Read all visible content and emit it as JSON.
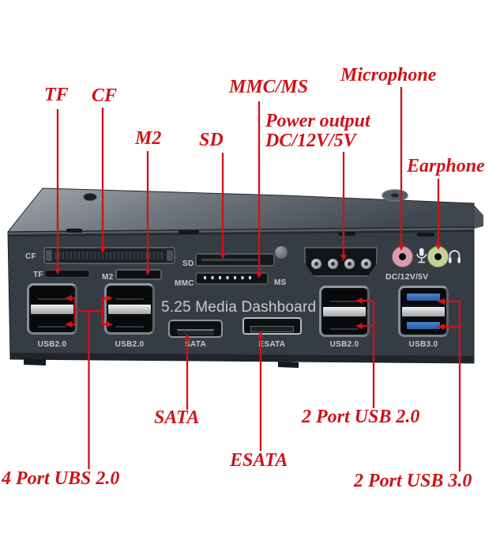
{
  "annotations": {
    "tf": "TF",
    "cf": "CF",
    "m2": "M2",
    "sd": "SD",
    "mmc_ms": "MMC/MS",
    "microphone": "Microphone",
    "power_output_line1": "Power output",
    "power_output_line2": "DC/12V/5V",
    "earphone": "Earphone",
    "sata": "SATA",
    "esata": "ESATA",
    "usb2_2port": "2 Port USB 2.0",
    "usb2_4port": "4 Port UBS 2.0",
    "usb3_2port": "2 Port USB 3.0"
  },
  "device": {
    "title": "5.25 Media Dashboard",
    "labels": {
      "cf": "CF",
      "tf": "TF",
      "m2": "M2",
      "sd": "SD",
      "mmc": "MMC",
      "ms": "MS",
      "usb2_left1": "USB2.0",
      "usb2_left2": "USB2.0",
      "usb2_right": "USB2.0",
      "usb3": "USB3.0",
      "sata": "SATA",
      "esata": "ESATA",
      "power": "DC/12V/5V"
    }
  },
  "colors": {
    "annotation_red": "#d01217",
    "usb3_blue": "#3a76c0",
    "mic_pink": "#d99db0",
    "earphone_green": "#c6d195",
    "panel_charcoal": "#363c43"
  }
}
